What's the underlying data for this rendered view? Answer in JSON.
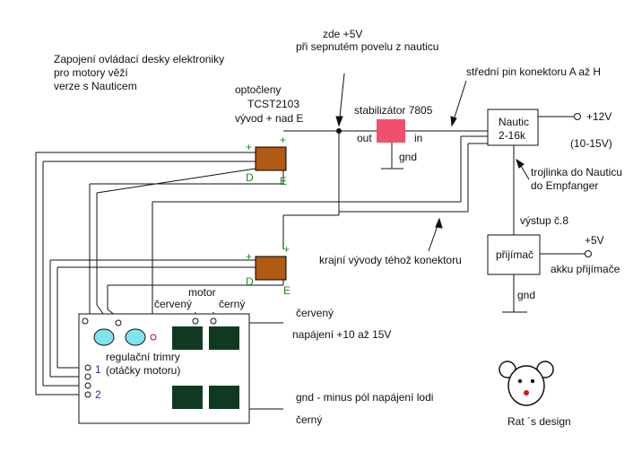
{
  "intro": {
    "line1": "Zapojení ovládací desky elektroniky",
    "line2": "pro motory věží",
    "line3": "verze s Nauticem"
  },
  "labels": {
    "zde_5v": "zde +5V",
    "pri_sepnutem": "při sepnutém povelu z nauticu",
    "stredni_pin": "střední pin konektoru A až H",
    "optocleny": "optočleny",
    "tcst": "TCST2103",
    "vyvod": "vývod + nad E",
    "stabilizator": "stabilizátor 7805",
    "out": "out",
    "in": "in",
    "gnd_stab": "gnd",
    "plus12": "+12V",
    "range": "(10-15V)",
    "trojlinka": "trojlinka do Nauticu",
    "do_empfanger": "do Empfanger",
    "vystup8": "výstup č.8",
    "plus5": "+5V",
    "akku": "akku přijímače",
    "gnd_rx": "gnd",
    "krajni": "krajní vývody téhož konektoru",
    "motor": "motor",
    "cerveny_top": "červený",
    "cerny_top": "černý",
    "cerveny_right": "červený",
    "napajeni": "napájení +10 až 15V",
    "regulacni": "regulační trimry",
    "otacky": "(otáčky motoru)",
    "pin1": "1",
    "pin2": "2",
    "gnd_minus": "gnd - minus pól napájení lodi",
    "cerny_bottom": "černý",
    "rat": "Rat ´s design"
  },
  "nautic": {
    "line1": "Nautic",
    "line2": "2-16k"
  },
  "prijimac": {
    "label": "přijímač"
  },
  "optocoupler": {
    "plus": "+",
    "d": "D",
    "e": "E"
  },
  "colors": {
    "optocoupler": "#b05a14",
    "stabilizer": "#f0506e",
    "trimmer": "#7fe3f0",
    "mosfet": "#0f3a22",
    "wire": "#111111",
    "green_text": "#1e8c1e",
    "pin_text": "#2a2a9a"
  }
}
